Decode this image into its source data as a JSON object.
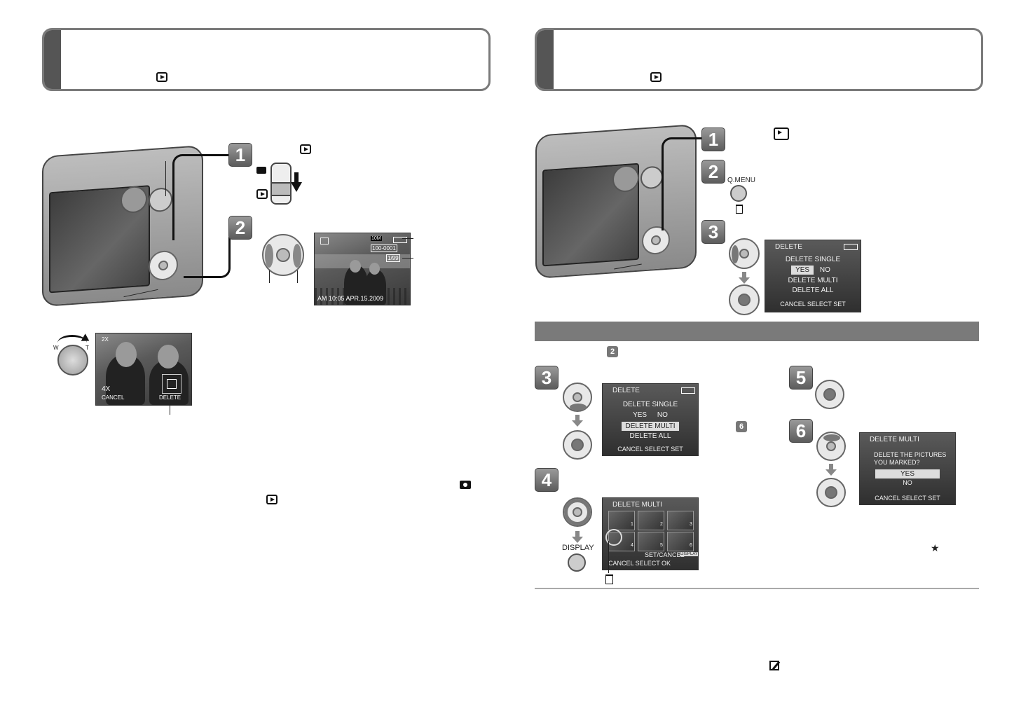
{
  "left_panel": {
    "step1": "1",
    "step2": "2",
    "lcd_play": {
      "top_num": "10M",
      "file_no": "100-0001",
      "counter": "1/99",
      "bottom": "AM 10:05  APR.15.2009"
    },
    "zoom_lcd": {
      "zoom_top": "2X",
      "zoom": "4X",
      "cancel": "CANCEL",
      "delete": "DELETE"
    },
    "dial_w": "W",
    "dial_t": "T"
  },
  "right_panel": {
    "step1": "1",
    "step2": "2",
    "step3": "3",
    "qmenu": "Q.MENU",
    "lcd_delete": {
      "title": "DELETE",
      "opt1": "DELETE SINGLE",
      "yes": "YES",
      "no": "NO",
      "opt2": "DELETE MULTI",
      "opt3": "DELETE ALL",
      "footer": "CANCEL  SELECT  SET"
    },
    "ref_step": "2",
    "step3b": "3",
    "lcd_delete2": {
      "title": "DELETE",
      "opt1": "DELETE SINGLE",
      "yes": "YES",
      "no": "NO",
      "opt2": "DELETE MULTI",
      "opt3": "DELETE ALL",
      "footer": "CANCEL  SELECT  SET"
    },
    "step4": "4",
    "display": "DISPLAY",
    "lcd_multi": {
      "title": "DELETE MULTI",
      "nums": [
        "1",
        "2",
        "3",
        "4",
        "5",
        "6"
      ],
      "setcancel": "SET/CANCEL",
      "display_badge": "DISPLAY",
      "footer": "CANCEL  SELECT  OK"
    },
    "ref_step6": "6",
    "step5": "5",
    "step6": "6",
    "lcd_confirm": {
      "title": "DELETE MULTI",
      "q1": "DELETE THE PICTURES",
      "q2": "YOU MARKED?",
      "yes": "YES",
      "no": "NO",
      "footer": "CANCEL  SELECT  SET"
    },
    "star": "★"
  },
  "colors": {
    "step_gray": "#6f6f6f",
    "frame_gray": "#7a7a7a"
  }
}
